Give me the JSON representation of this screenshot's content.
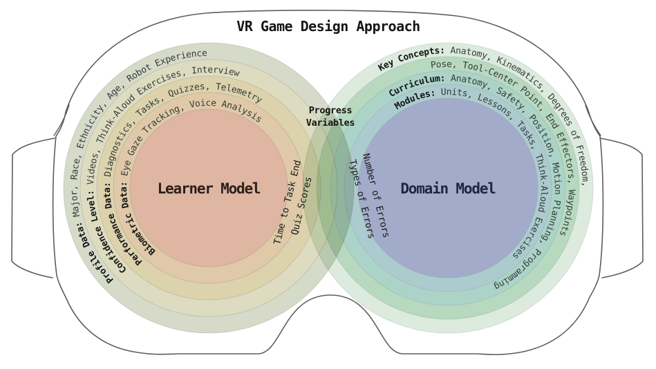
{
  "title": "VR Game Design Approach",
  "left_model": {
    "label": "Learner Model",
    "rings": [
      {
        "label": "Profile Data:",
        "items": "Major, Race, Ethnicity, Age, Robot Experience"
      },
      {
        "label": "Confidence Level:",
        "items": "Videos, Think-Aloud Exercises, Interview"
      },
      {
        "label": "Performance Data:",
        "items": "Diagnostics, Tasks, Quizzes, Telemetry"
      },
      {
        "label": "Biometric Data:",
        "items": "Eye Gaze Tracking, Voice Analysis"
      }
    ]
  },
  "right_model": {
    "label": "Domain Model",
    "rings": [
      {
        "label": "Key Concepts:",
        "items": "Anatomy, Kinematics, Degrees of Freedom,"
      },
      {
        "label": "",
        "items": "Pose, Tool-Center Point, End Effectors, Waypoints"
      },
      {
        "label": "Curriculum:",
        "items": "Anatomy, Safety, Position, Motion Planning, Programming"
      },
      {
        "label": "Modules:",
        "items": "Units, Lessons, Tasks, Think-Aloud Exercises"
      }
    ]
  },
  "intersection": {
    "heading_line1": "Progress",
    "heading_line2": "Variables",
    "left_items": [
      "Time to Task End",
      "Quiz Scores"
    ],
    "right_items": [
      "Number of Errors",
      "Types of Errors"
    ]
  },
  "colors": {
    "outline": "#5c5c5c",
    "left_bands": [
      "#d6dac9",
      "#dedcc0",
      "#dcd2ac",
      "#dfc9a8"
    ],
    "left_center": "#deb6a2",
    "right_bands": [
      "#d6e8d7",
      "#aad2b4",
      "#9ecbbd",
      "#9dc2c7"
    ],
    "right_center": "#929ec1"
  }
}
